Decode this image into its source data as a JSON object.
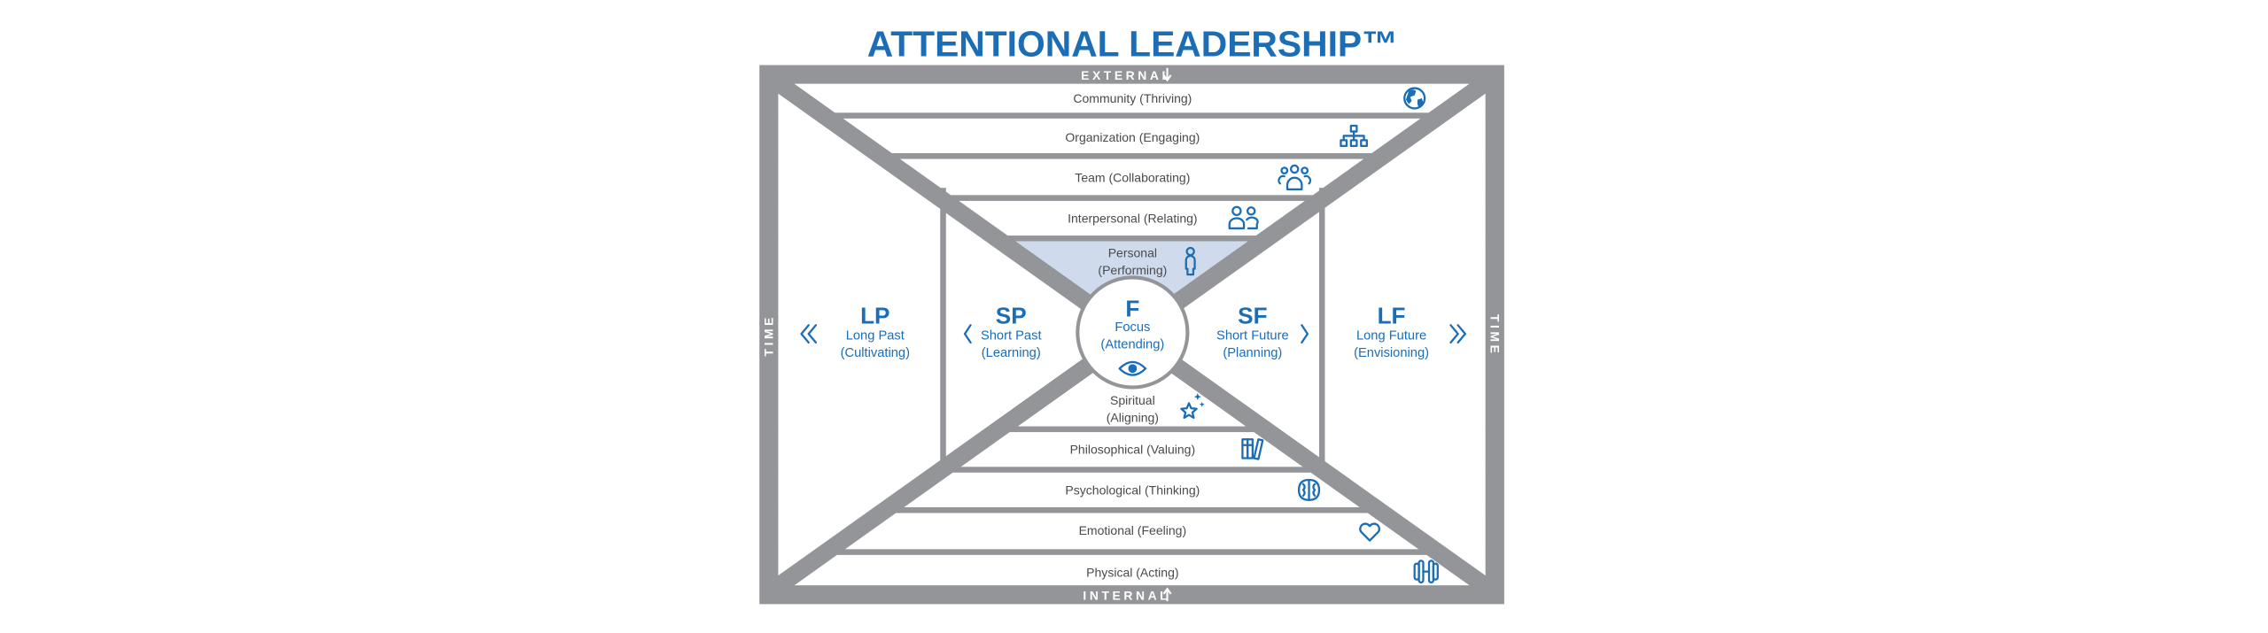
{
  "title": "ATTENTIONAL LEADERSHIP™",
  "colors": {
    "frame": "#939598",
    "accent": "#1b6db6",
    "personal_fill": "#cfdbec",
    "text": "#4a4a4c"
  },
  "frame": {
    "top": "EXTERNAL",
    "bottom": "INTERNAL",
    "left": "TIME",
    "right": "TIME"
  },
  "external_bands": [
    {
      "label": "Community (Thriving)",
      "icon": "globe-icon"
    },
    {
      "label": "Organization (Engaging)",
      "icon": "org-chart-icon"
    },
    {
      "label": "Team (Collaborating)",
      "icon": "team-icon"
    },
    {
      "label": "Interpersonal (Relating)",
      "icon": "two-people-icon"
    }
  ],
  "personal": {
    "line1": "Personal",
    "line2": "(Performing)",
    "icon": "person-icon"
  },
  "focus": {
    "code": "F",
    "line1": "Focus",
    "line2": "(Attending)",
    "icon": "eye-icon"
  },
  "spiritual": {
    "line1": "Spiritual",
    "line2": "(Aligning)",
    "icon": "sparkle-star-icon"
  },
  "internal_bands": [
    {
      "label": "Philosophical (Valuing)",
      "icon": "books-icon"
    },
    {
      "label": "Psychological (Thinking)",
      "icon": "brain-icon"
    },
    {
      "label": "Emotional (Feeling)",
      "icon": "heart-icon"
    },
    {
      "label": "Physical (Acting)",
      "icon": "dumbbell-icon"
    }
  ],
  "time": {
    "lp": {
      "code": "LP",
      "line1": "Long Past",
      "line2": "(Cultivating)",
      "icon": "double-chevron-left-icon"
    },
    "sp": {
      "code": "SP",
      "line1": "Short Past",
      "line2": "(Learning)",
      "icon": "chevron-left-icon"
    },
    "sf": {
      "code": "SF",
      "line1": "Short Future",
      "line2": "(Planning)",
      "icon": "chevron-right-icon"
    },
    "lf": {
      "code": "LF",
      "line1": "Long Future",
      "line2": "(Envisioning)",
      "icon": "double-chevron-right-icon"
    }
  }
}
